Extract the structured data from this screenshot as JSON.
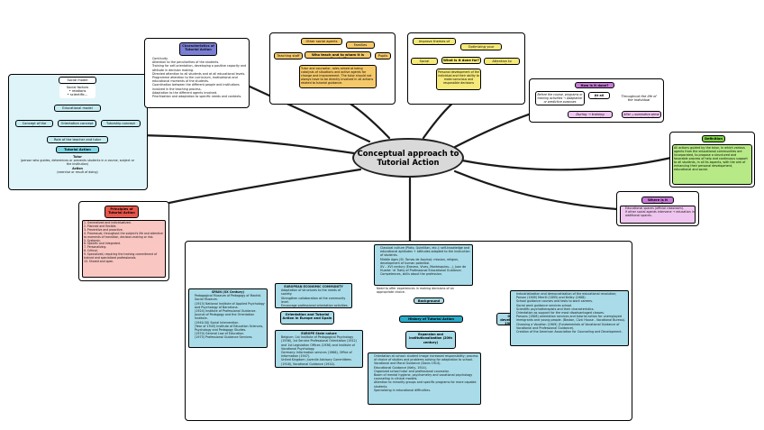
{
  "central": {
    "title": "Conceptual approach to Tutorial Action"
  },
  "tutorial_role": {
    "social_model": "Social model",
    "social_factors": "Social factors\n• relations\n• scientific...",
    "educational_model": "Educational model",
    "concept_school": "Concept of the school",
    "orientation_concept": "Orientation concept",
    "tutorship_concept": "Tutorship concept",
    "role_label": "Role of the teacher and tutor",
    "tutorial_action": "Tutorial Action",
    "tutor_label": "Tutor",
    "tutor_text": "(person who guides, determines or prevents students in a course, subject or the institution)",
    "action_label": "Action",
    "action_text": "(exercise or result of doing)"
  },
  "characteristics": {
    "title": "Characteristics of Tutorial Action",
    "items": [
      "Continuity.",
      "Attention to the peculiarities of the students.",
      "Training for self-orientation, developing a positive capacity and attitude in decision making.",
      "Directed attention to all students and at all educational levels.",
      "Programme attention to the curriculum, motivational and educational moments of the students.",
      "Coordination between the different people and institutions involved in the teaching process.",
      "Adaptation to the different agents involved.",
      "Prioritization and adaptation to specific needs and contexts."
    ]
  },
  "who_teach": {
    "other_agents": "Other social agents",
    "families": "Families",
    "teaching_staff": "Teaching staff",
    "central": "Who teach and to whom it is directed?",
    "pupils": "Pupils",
    "text": "Tutor and counselor, roles aimed at being catalysts of situations and active agents for change and improvement. The tutor should not always have to be directly involved in all actions related to tutorial guidance."
  },
  "what_for": {
    "themes": "Improve themes of subjects",
    "optimizing": "Optimizing your learning",
    "social_inclusion": "Social inclusion",
    "central": "What is it done for?",
    "attention": "Attention to diversity",
    "text": "Personal development of the individual and their ability to make conscious and responsible decisions"
  },
  "how_done": {
    "title": "How is it done?",
    "before": "Before the course, programs or training activities → Adaptation or predictive purposes",
    "at_all_times": "At all times",
    "throughout": "Throughout the life of the individual",
    "during": "During → training improvement",
    "after": "After → summative sense and impact evaluation"
  },
  "definition": {
    "title": "Definition",
    "text": "All actions guided by the tutor, in which various agents from the educational communities are incorporated, to propose a structured and favorable process of help and continuous support to all students, in all its aspects, with the aim of enhancing their personal development, educational and social."
  },
  "where_done": {
    "title": "Where is it done?",
    "items": [
      "Educational spaces (official classroom).",
      "If other social agents intervene → education in additional spaces."
    ]
  },
  "principles": {
    "title": "Principles of Tutorial Action",
    "items": [
      "1. Generalized and individualized.",
      "2. Planned and flexible.",
      "3. Preventive and proactive.",
      "4. Processual, throughout the subject's life and attentive to moments of transition, decision-making or risk.",
      "5. Systemic.",
      "6. Specific and integrated.",
      "7. Personalizing.",
      "8. Critical.",
      "9. Specialized, requiring the training commitment of trained and specialized professionals.",
      "10. Shared and open."
    ]
  },
  "history": {
    "history_label": "History of Tutorial Action",
    "background_label": "Background",
    "background_items": [
      "Classical culture (Plato, Quintilian, etc.): self-knowledge and educational aptitudes + attitudes adapted to the instruction of students.",
      "Middle Ages (St. Tomas de Aquino): mission, religion, development of human potential.",
      "XV – XVI century (Erasmo, Vives, Montesquieu...), Juan de Huarte: 'el Tratiy of Professional Educational Guidance. Competences, skills about the profession."
    ],
    "background_note": "Need to offer experiences in making decisions of an appropriate choice.",
    "europe_label": "Orientation and Tutorial Action in Europe and Spain",
    "spain_title": "SPAIN (XX Century)",
    "spain_items": [
      "Pedagogical Museum of Pedagogy of Madrid.",
      "Social Museum.",
      "(1915) National Institute of Applied Psychology and Psychology of Barcelona.",
      "(1924) Institute of Professional Guidance.",
      "Journal of Pedagogy and the Orientation Institute.",
      "(1940-50) Social Intervention.",
      "(Year of 1945) Institute of Education Sciences, Psychology and Pedagogy Studies.",
      "(1970) General Law of Education.",
      "(1975) Professional Guidance Services."
    ],
    "eec_title": "EUROPEAN ECONOMIC COMMUNITY",
    "eec_items": [
      "Adaptation of structures to the needs of society.",
      "Strengthen collaboration at the community level.",
      "Encourage professional orientation activities."
    ],
    "europe_nature_title": "EUROPE State nature",
    "europe_nature_items": [
      "Belgium: 1st Institute of Pedagogical Psychology (1936), 1st Service Professional Orientation (1912) and 1st Legislation Offices (1936) and Institute of Vocational Psychology.",
      "Germany: Information services (1966), Office of Information (1947).",
      "United Kingdom: Juvenile Advisory Committees (1916), Vocational Guidance (1910)."
    ],
    "expansion_label": "Expansion and institutionalization (20th century)",
    "expansion_items": [
      "Orientation at school: student image increased responsibility; process of choice of studies and problems solving for adaptation to school.",
      "Vocational and Moral Guidance (Davis 1914).",
      "Educational Guidance (Kelly, 1914).",
      "Organized school tutor and professional counselor.",
      "Boom of mental hygiene, psychometry and vocational psychology counseling in clinical models.",
      "Attention to minority groups and specific programs for more capable students.",
      "Specializing in educational difficulties."
    ],
    "origin_label": "Origin and development (rest 19th century)",
    "origin_items": [
      "Industrialization and democratization of the educational revolution; Parson (1909) Merrill (1895) and Kelley (1908).",
      "School guidance courses and tests to work careers.",
      "Social work guidance services school.",
      "Scientific psychotherapists and their characteristics.",
      "Orientation as support for the most disadvantaged classes.",
      "Parsons (1908) orientation services and tutorial action for unemployed immigrants and young people. (Boston, Civic House - Vocational Bureau).",
      "Choosing a Vocation (1909) (Fundamentals of Vocational Guidance of Vocational and Professional Guidance).",
      "Creation of the American Association for Counseling and Development."
    ]
  }
}
